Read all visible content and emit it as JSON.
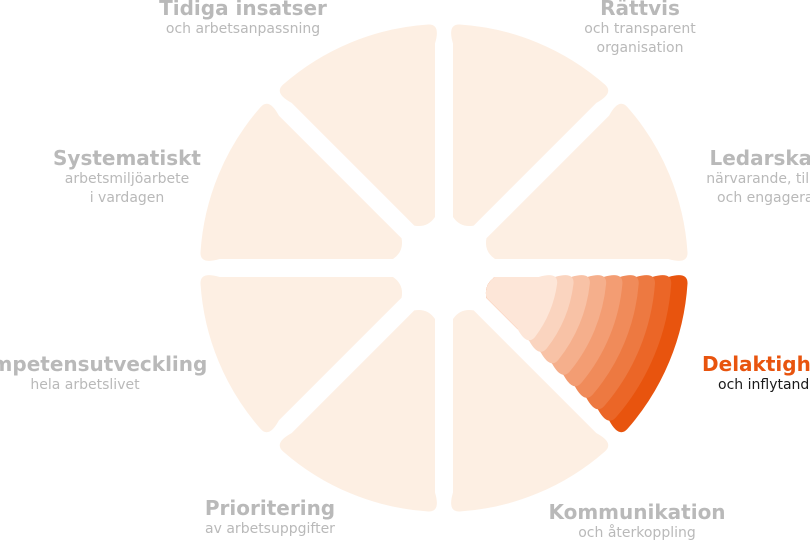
{
  "diagram": {
    "colors": {
      "segment_fill": "#fdefe3",
      "active_inner": "#fde6d8",
      "active_outer": "#e8540e",
      "active_title": "#e8540e",
      "inactive_text": "#b9b9b9",
      "active_subtitle": "#1a1a1a"
    },
    "segments": [
      {
        "title": "Tidiga insatser",
        "subtitle": [
          "och arbetsanpassning"
        ],
        "active": false
      },
      {
        "title": "Rättvis",
        "subtitle": [
          "och transparent",
          "organisation"
        ],
        "active": false
      },
      {
        "title": "Ledarskap",
        "subtitle": [
          "närvarande, tillits",
          "och engagerat"
        ],
        "active": false
      },
      {
        "title": "Delaktighet",
        "subtitle": [
          "och inflytande"
        ],
        "active": true
      },
      {
        "title": "Kommunikation",
        "subtitle": [
          "och återkoppling"
        ],
        "active": false
      },
      {
        "title": "Prioritering",
        "subtitle": [
          "av arbetsuppgifter"
        ],
        "active": false
      },
      {
        "title": "Kompetensutveckling",
        "subtitle": [
          "hela arbetslivet"
        ],
        "active": false
      },
      {
        "title": "Systematiskt",
        "subtitle": [
          "arbetsmiljöarbete",
          "i vardagen"
        ],
        "active": false
      }
    ]
  }
}
